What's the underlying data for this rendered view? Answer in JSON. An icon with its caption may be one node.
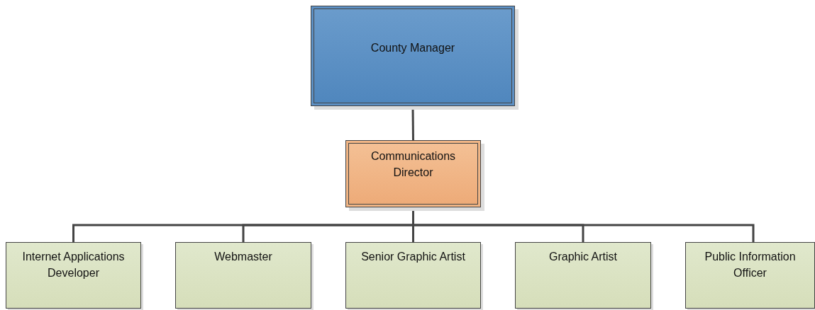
{
  "diagram": {
    "nodes": [
      {
        "text": [
          "County Manager"
        ]
      },
      {
        "text": [
          "Communications Director"
        ]
      },
      {
        "text": [
          "Internet Applications Developer"
        ]
      },
      {
        "text": [
          "Webmaster"
        ]
      },
      {
        "text": [
          "Senior Graphic Artist"
        ]
      },
      {
        "text": [
          "Graphic Artist"
        ]
      },
      {
        "text": [
          "Public Information Officer"
        ]
      }
    ],
    "edges": [
      {
        "from": 0,
        "to": 1,
        "arrow": "none"
      },
      {
        "from": 1,
        "to": 2,
        "arrow": "none"
      },
      {
        "from": 1,
        "to": 3,
        "arrow": "none"
      },
      {
        "from": 1,
        "to": 4,
        "arrow": "none"
      },
      {
        "from": 1,
        "to": 5,
        "arrow": "none"
      },
      {
        "from": 1,
        "to": 6,
        "arrow": "none"
      }
    ]
  }
}
